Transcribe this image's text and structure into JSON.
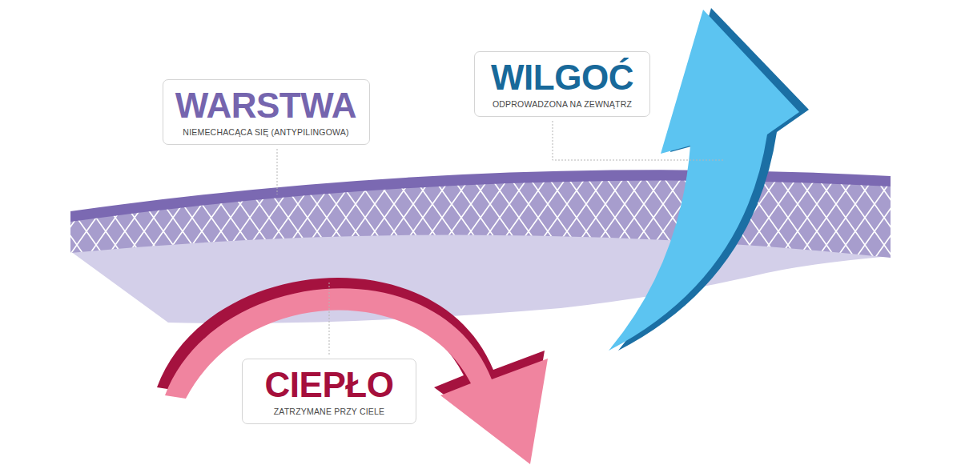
{
  "diagram": {
    "nodes": [
      {
        "text": [
          "WARSTWA",
          "NIEMECHACĄCA SIĘ (ANTYPILINGOWA)"
        ]
      },
      {
        "text": [
          "WILGOĆ",
          "ODPROWADZONA NA ZEWNĄTRZ"
        ]
      },
      {
        "text": [
          "CIEPŁO",
          "ZATRZYMANE PRZY CIELE"
        ]
      }
    ]
  }
}
